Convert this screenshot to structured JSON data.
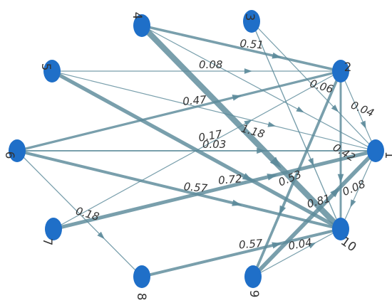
{
  "colors": {
    "edge": "#5b8a9a",
    "node": "#1f6fc8",
    "text": "#333333"
  },
  "nodes": [
    {
      "id": "1",
      "label": "1"
    },
    {
      "id": "2",
      "label": "2"
    },
    {
      "id": "3",
      "label": "3"
    },
    {
      "id": "4",
      "label": "4"
    },
    {
      "id": "5",
      "label": "5"
    },
    {
      "id": "6",
      "label": "6"
    },
    {
      "id": "7",
      "label": "7"
    },
    {
      "id": "8",
      "label": "8"
    },
    {
      "id": "9",
      "label": "9"
    },
    {
      "id": "10",
      "label": "10"
    }
  ],
  "edges": [
    {
      "from": "4",
      "to": "2",
      "label": "0.51",
      "weight": 0.51
    },
    {
      "from": "4",
      "to": "10",
      "label": "1.18",
      "weight": 1.18
    },
    {
      "from": "4",
      "to": "1",
      "label": "",
      "weight": 0.15
    },
    {
      "from": "3",
      "to": "1",
      "label": "0.06",
      "weight": 0.06
    },
    {
      "from": "3",
      "to": "10",
      "label": "",
      "weight": 0.2
    },
    {
      "from": "5",
      "to": "2",
      "label": "0.08",
      "weight": 0.08
    },
    {
      "from": "5",
      "to": "10",
      "label": "",
      "weight": 0.75
    },
    {
      "from": "5",
      "to": "1",
      "label": "",
      "weight": 0.12
    },
    {
      "from": "6",
      "to": "2",
      "label": "0.47",
      "weight": 0.47
    },
    {
      "from": "6",
      "to": "1",
      "label": "0.03",
      "weight": 0.3
    },
    {
      "from": "6",
      "to": "10",
      "label": "0.57",
      "weight": 0.57
    },
    {
      "from": "6",
      "to": "8",
      "label": "0.18",
      "weight": 0.18
    },
    {
      "from": "7",
      "to": "2",
      "label": "0.17",
      "weight": 0.17
    },
    {
      "from": "7",
      "to": "1",
      "label": "0.72",
      "weight": 0.72
    },
    {
      "from": "2",
      "to": "1",
      "label": "0.04",
      "weight": 0.04
    },
    {
      "from": "2",
      "to": "9",
      "label": "0.53",
      "weight": 0.53
    },
    {
      "from": "2",
      "to": "10",
      "label": "0.42",
      "weight": 0.42
    },
    {
      "from": "1",
      "to": "10",
      "label": "0.08",
      "weight": 0.08
    },
    {
      "from": "9",
      "to": "1",
      "label": "0.81",
      "weight": 0.81
    },
    {
      "from": "9",
      "to": "10",
      "label": "0.04",
      "weight": 0.04
    },
    {
      "from": "8",
      "to": "10",
      "label": "0.57",
      "weight": 0.57
    }
  ]
}
